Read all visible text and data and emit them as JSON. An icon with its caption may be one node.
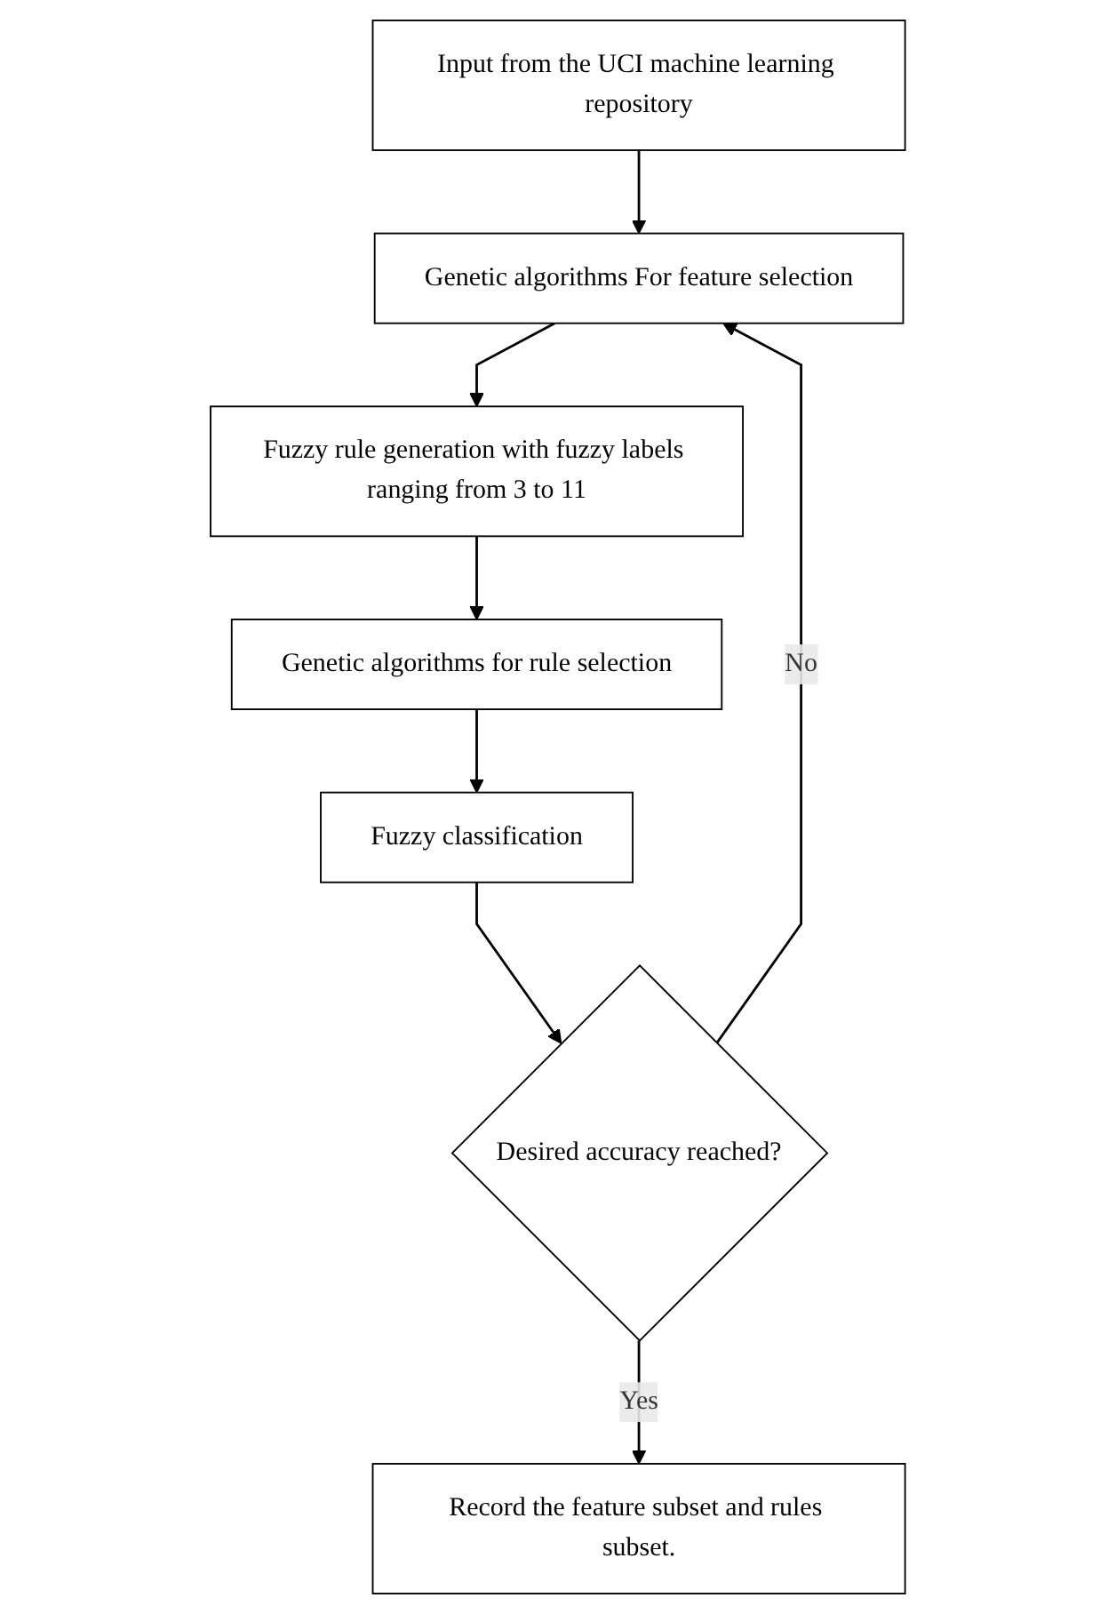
{
  "diagram": {
    "nodes": [
      {
        "text": [
          "Input from the UCI machine learning repository"
        ]
      },
      {
        "text": [
          "Genetic algorithms For feature selection"
        ]
      },
      {
        "text": [
          "Fuzzy rule generation with fuzzy labels ranging from 3 to 11"
        ]
      },
      {
        "text": [
          "Genetic algorithms for rule selection"
        ]
      },
      {
        "text": [
          "Fuzzy classification"
        ]
      },
      {
        "text": [
          "Desired accuracy reached?"
        ]
      },
      {
        "text": [
          "Record the feature subset and rules subset."
        ]
      }
    ],
    "edges": [
      {
        "from": 0,
        "to": 1,
        "arrow": "to"
      },
      {
        "from": 1,
        "to": 2,
        "arrow": "to"
      },
      {
        "from": 2,
        "to": 3,
        "arrow": "to"
      },
      {
        "from": 3,
        "to": 4,
        "arrow": "to"
      },
      {
        "from": 4,
        "to": 5,
        "arrow": "to"
      },
      {
        "from": 5,
        "to": 1,
        "arrow": "to",
        "label": "No"
      },
      {
        "from": 5,
        "to": 6,
        "arrow": "to",
        "label": "Yes"
      }
    ]
  }
}
